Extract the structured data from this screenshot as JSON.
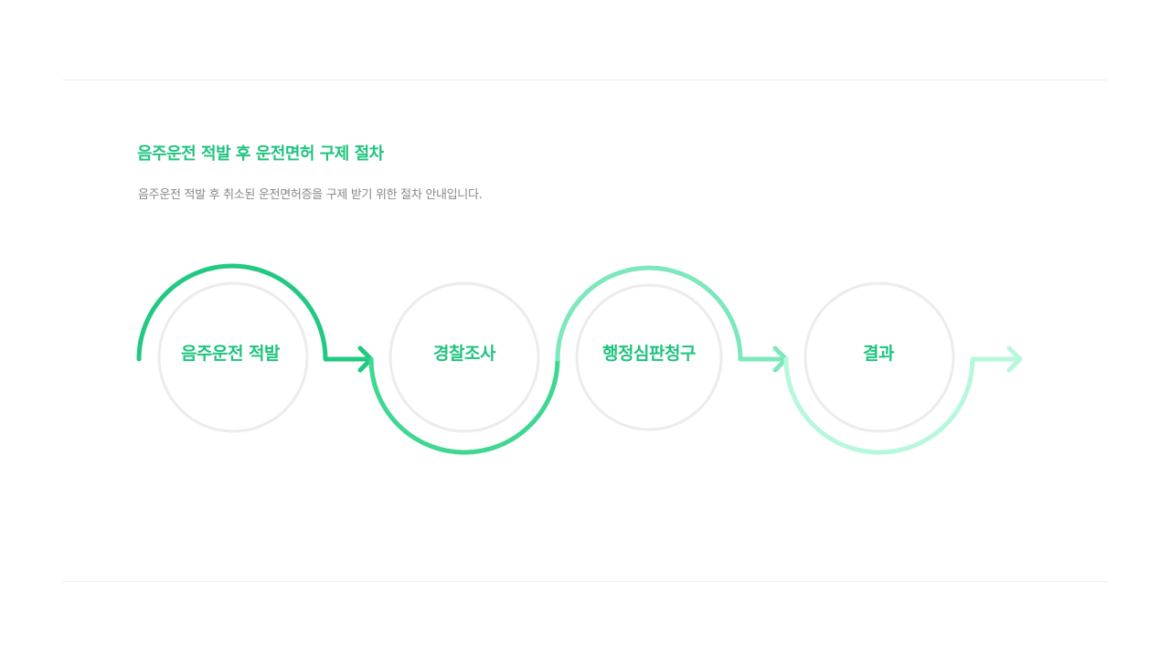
{
  "header": {
    "title": "음주운전 적발 후 운전면허 구제 절차",
    "subtitle": "음주운전 적발 후 취소된 운전면허증을 구제 받기 위한 절차 안내입니다."
  },
  "steps": [
    {
      "label": "음주운전 적발"
    },
    {
      "label": "경찰조사"
    },
    {
      "label": "행정심판청구"
    },
    {
      "label": "결과"
    }
  ],
  "colors": {
    "accent": "#1fc47e",
    "circle_outline": "#ececec",
    "arc_1": "#22c982",
    "arc_2": "#3fd792",
    "arc_3": "#7de8bb",
    "arc_4": "#b7f8dd",
    "rule": "#eeeeee",
    "subtitle": "#888888"
  }
}
